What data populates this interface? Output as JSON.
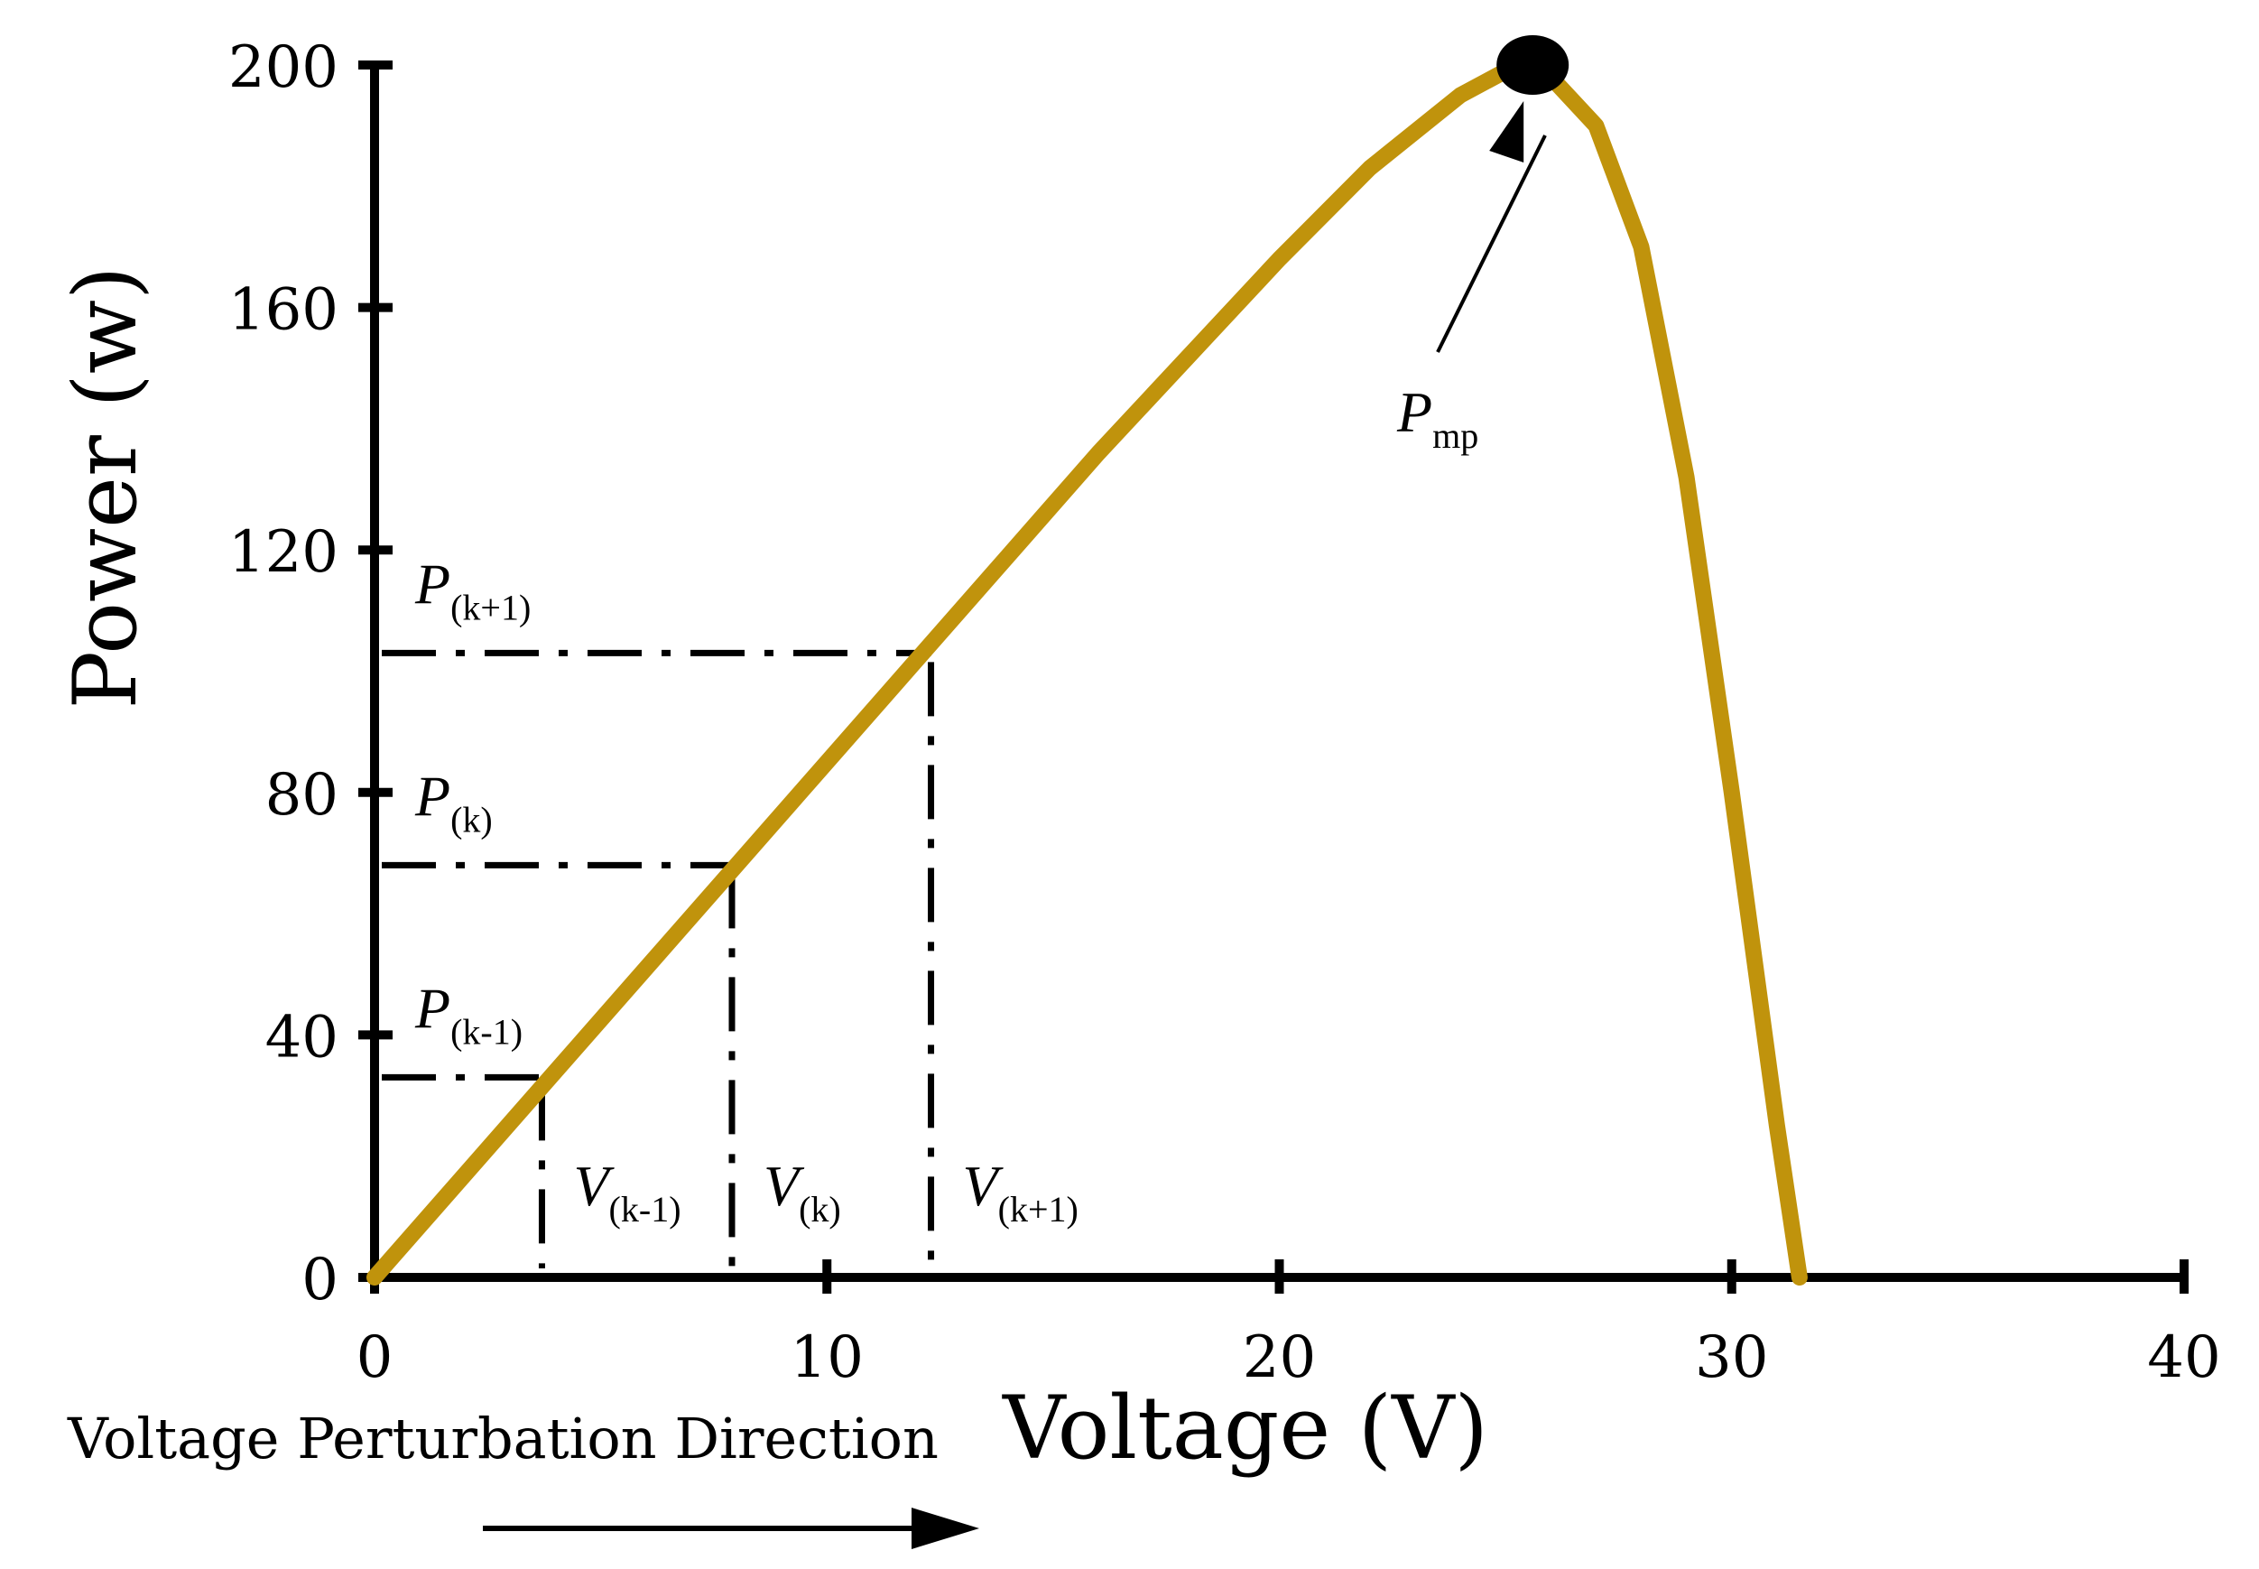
{
  "chart_data": {
    "type": "line",
    "xlabel": "Voltage (V)",
    "ylabel": "Power (w)",
    "xlim": [
      0,
      40
    ],
    "ylim": [
      0,
      200
    ],
    "x_ticks": [
      0,
      10,
      20,
      30,
      40
    ],
    "y_ticks": [
      0,
      40,
      80,
      120,
      160,
      200
    ],
    "grid": false,
    "curve_color": "#C0930C",
    "series": [
      {
        "x": [
          0,
          2,
          4,
          6,
          8,
          10,
          12,
          14,
          16,
          18,
          20,
          22,
          24,
          25,
          25.6,
          26,
          27,
          28,
          29,
          30,
          31,
          31.5
        ],
        "y": [
          0,
          17,
          34,
          51,
          68,
          85,
          102,
          119,
          136,
          152,
          168,
          183,
          195,
          199,
          200,
          198,
          190,
          170,
          132,
          80,
          25,
          0
        ]
      }
    ],
    "markers": [
      {
        "label": "P",
        "sub": "mp",
        "x": 25.6,
        "y": 200
      }
    ],
    "perturbation_points": [
      {
        "v_label": "V",
        "v_sub": "(k-1)",
        "p_label": "P",
        "p_sub": "(k-1)",
        "x": 3.7,
        "y": 33
      },
      {
        "v_label": "V",
        "v_sub": "(k)",
        "p_label": "P",
        "p_sub": "(k)",
        "x": 7.9,
        "y": 68
      },
      {
        "v_label": "V",
        "v_sub": "(k+1)",
        "p_label": "P",
        "p_sub": "(k+1)",
        "x": 12.3,
        "y": 103
      }
    ],
    "annotation": "Voltage Perturbation Direction"
  }
}
